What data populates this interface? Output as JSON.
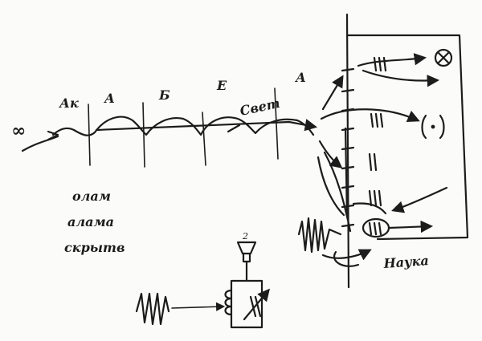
{
  "labels": {
    "segment_1": "Ак",
    "segment_2": "А",
    "segment_3": "Б",
    "segment_4": "Е",
    "segment_5": "А",
    "infinity": "∞",
    "light": "Свет",
    "science": "Наука",
    "speaker_number": "2"
  },
  "words": [
    "олам",
    "алама",
    "скрытв"
  ],
  "colors": {
    "ink": "#1c1c1c",
    "paper": "#fbfbf9"
  },
  "icons": {
    "circle_cross": "circle-cross-icon",
    "circle_dot": "circle-dot-icon",
    "speaker": "speaker-icon",
    "coil": "inductor-coil-icon",
    "capacitor": "variable-capacitor-icon"
  }
}
